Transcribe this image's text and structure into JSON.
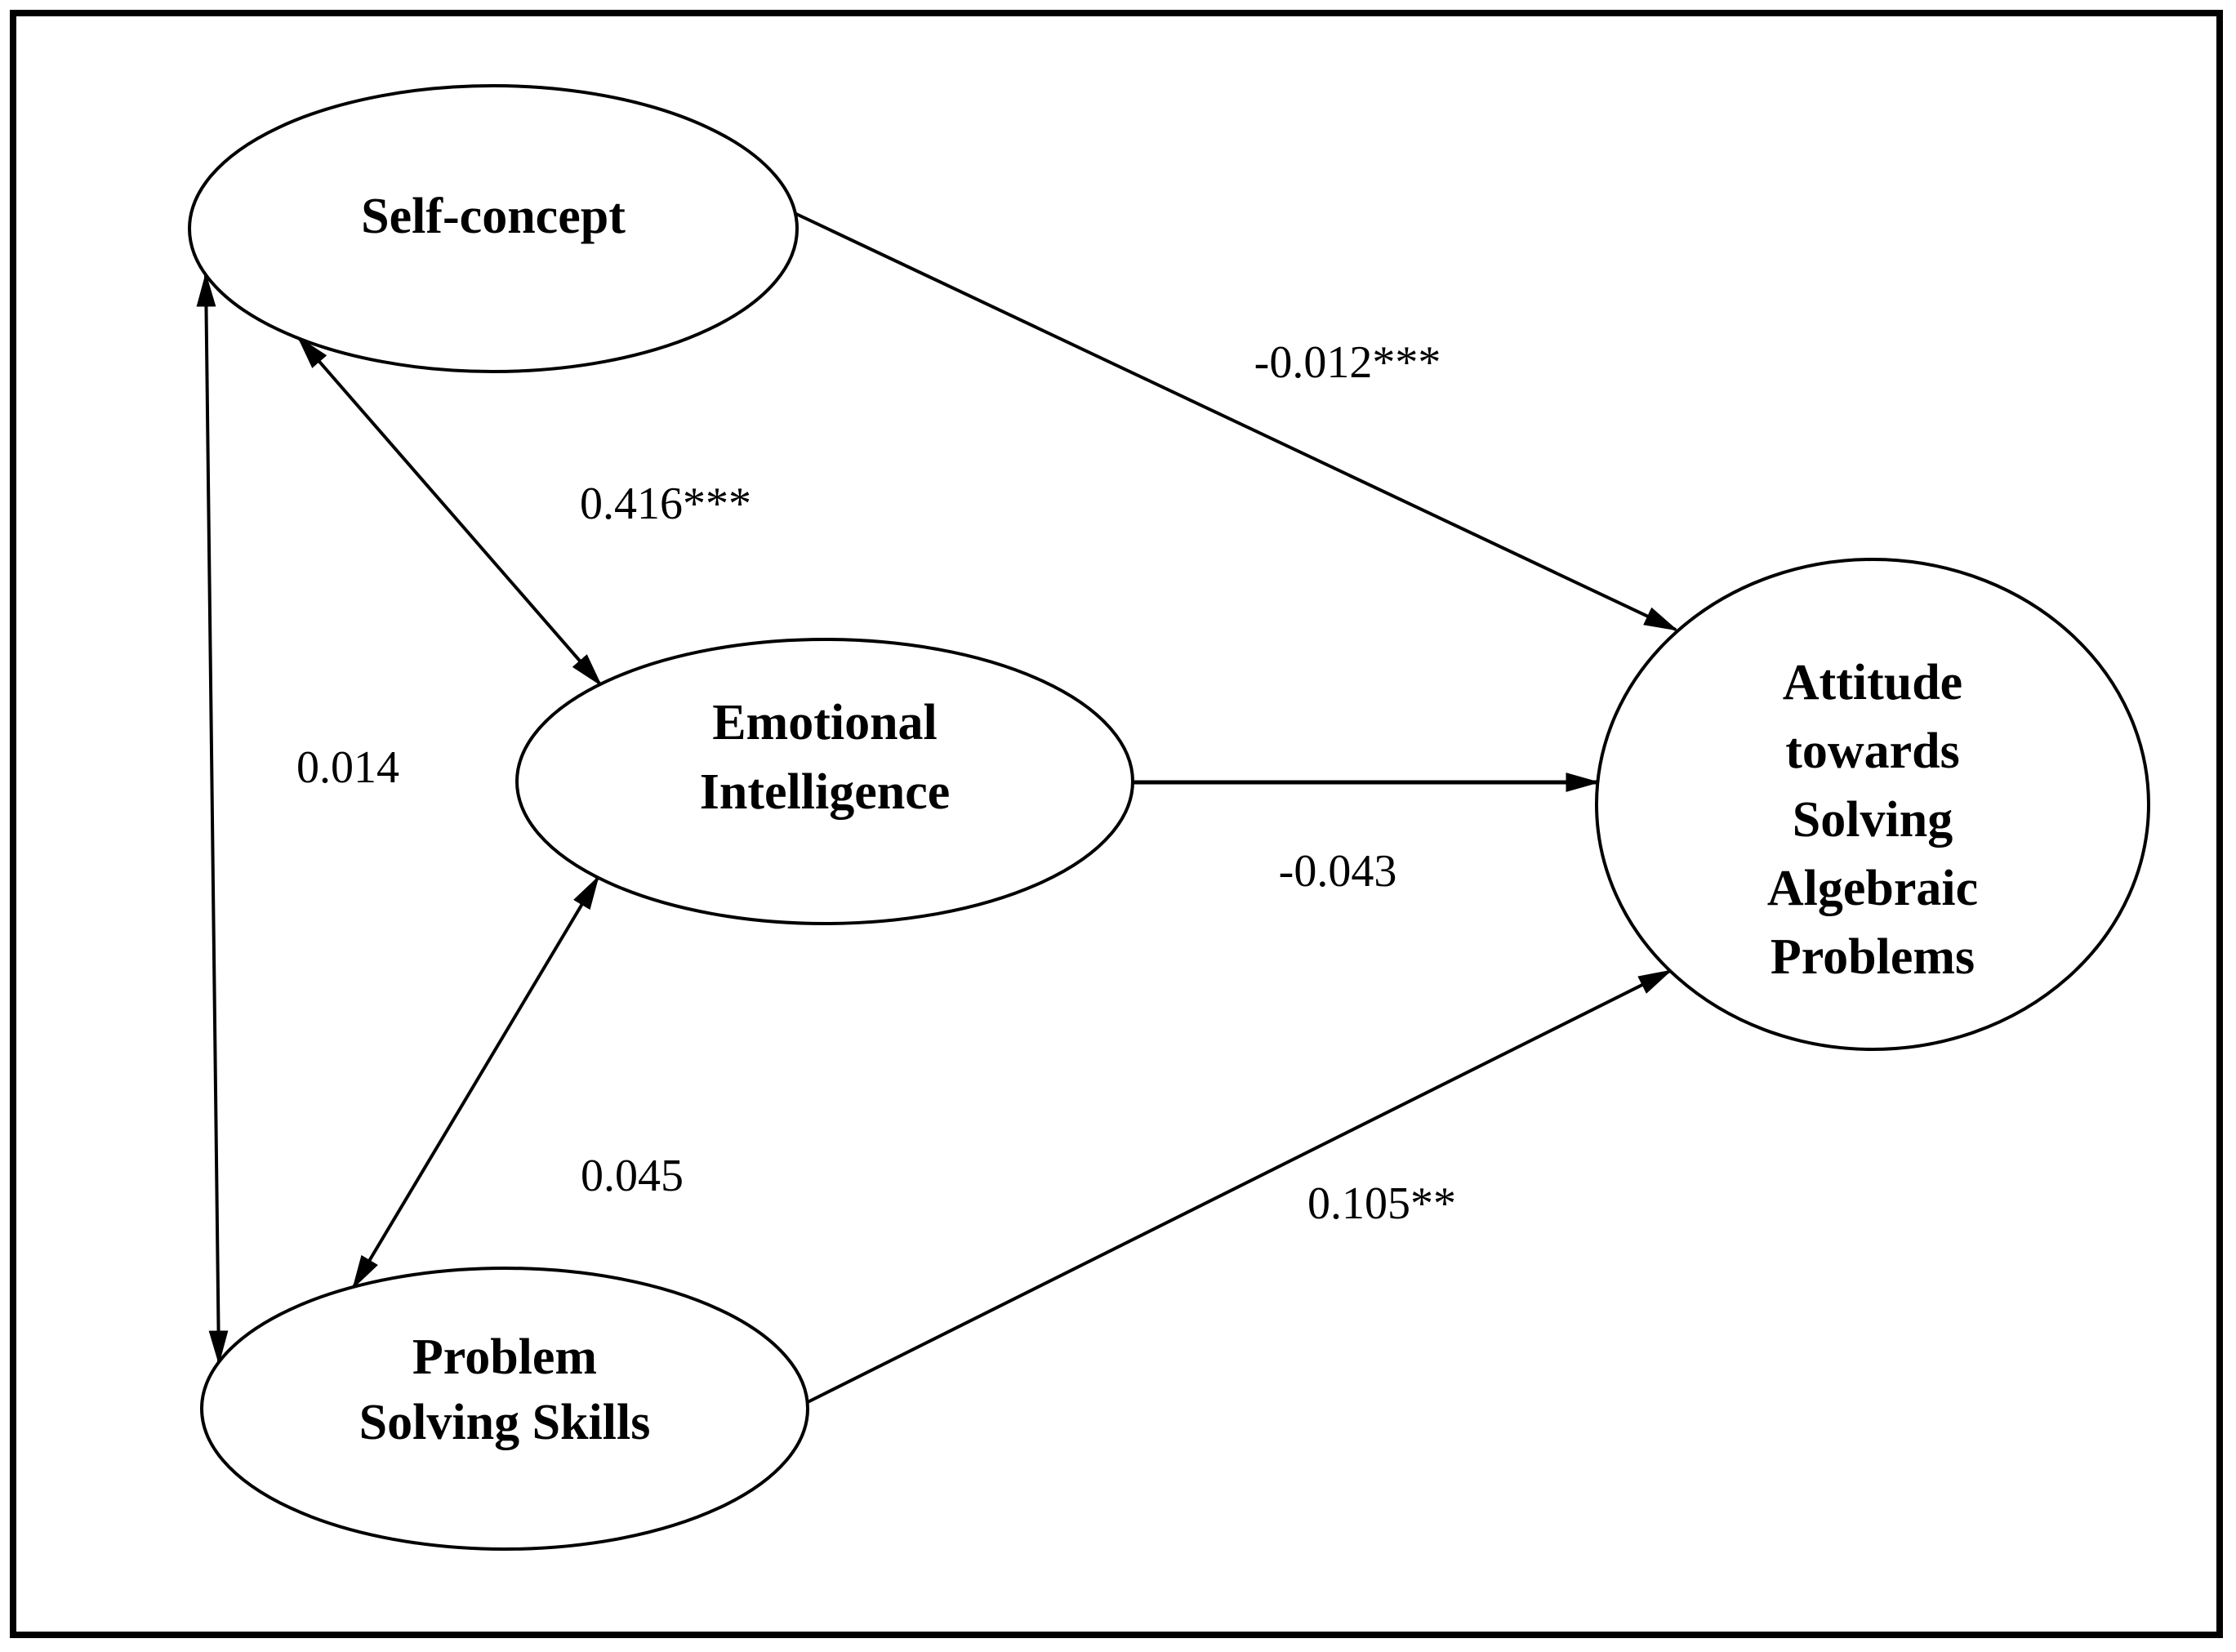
{
  "figure": {
    "kind": "structural-path-diagram"
  },
  "colors": {
    "ink": "#000000",
    "background": "#ffffff"
  },
  "nodes": {
    "self_concept": {
      "label": "Self-concept"
    },
    "emotional_intelligence": {
      "lines": [
        "Emotional",
        "Intelligence"
      ]
    },
    "problem_solving_skills": {
      "lines": [
        "Problem",
        "Solving Skills"
      ]
    },
    "attitude": {
      "lines": [
        "Attitude",
        "towards",
        "Solving",
        "Algebraic",
        "Problems"
      ]
    }
  },
  "paths": [
    {
      "from": "Self-concept",
      "to": "Attitude towards Solving Algebraic Problems",
      "arrow": "one-way",
      "coefficient": "-0.012***"
    },
    {
      "from": "Self-concept",
      "to": "Emotional Intelligence",
      "arrow": "two-way",
      "coefficient": "0.416***"
    },
    {
      "from": "Self-concept",
      "to": "Problem Solving Skills",
      "arrow": "two-way",
      "coefficient": "0.014"
    },
    {
      "from": "Emotional Intelligence",
      "to": "Attitude towards Solving Algebraic Problems",
      "arrow": "one-way",
      "coefficient": "-0.043"
    },
    {
      "from": "Problem Solving Skills",
      "to": "Emotional Intelligence",
      "arrow": "two-way",
      "coefficient": "0.045"
    },
    {
      "from": "Problem Solving Skills",
      "to": "Attitude towards Solving Algebraic Problems",
      "arrow": "one-way",
      "coefficient": "0.105**"
    }
  ]
}
